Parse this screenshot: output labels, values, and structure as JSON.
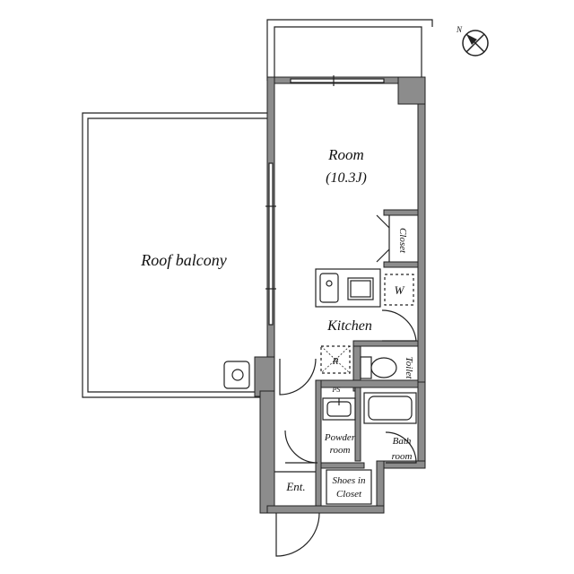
{
  "labels": {
    "roof_balcony": "Roof balcony",
    "room": "Room",
    "room_size": "(10.3J)",
    "closet": "Closet",
    "kitchen": "Kitchen",
    "washer": "W",
    "refrigerator": "R",
    "toilet": "Toilet",
    "pipe_space": "PS",
    "powder_room_line1": "Powder",
    "powder_room_line2": "room",
    "bath_room_line1": "Bath",
    "bath_room_line2": "room",
    "entrance": "Ent.",
    "shoes_closet_line1": "Shoes in",
    "shoes_closet_line2": "Closet",
    "compass_north": "N"
  },
  "colors": {
    "wall_fill": "#8c8c8c",
    "line": "#222222",
    "background": "#ffffff"
  }
}
